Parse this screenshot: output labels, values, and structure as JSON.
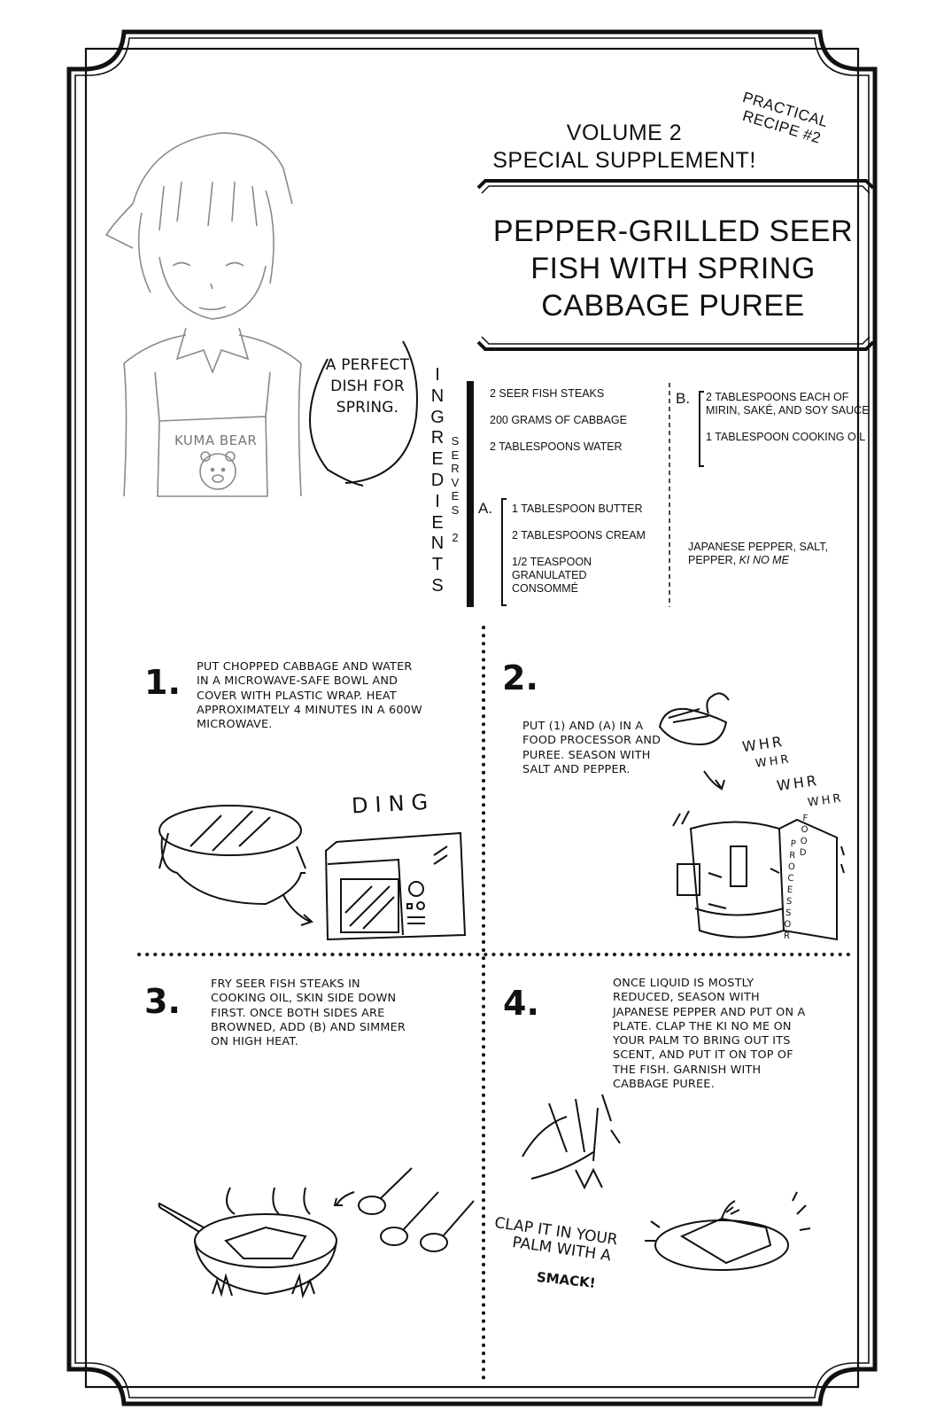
{
  "header": {
    "supplement_line1": "Volume 2",
    "supplement_line2": "Special Supplement!",
    "corner_tag_line1": "Practical",
    "corner_tag_line2": "Recipe #2"
  },
  "recipe": {
    "title_line1": "Pepper-Grilled Seer",
    "title_line2": "Fish with Spring",
    "title_line3": "Cabbage Puree"
  },
  "character": {
    "speech_bubble": "A perfect dish for spring.",
    "apron_text": "Kuma Bear"
  },
  "ingredients": {
    "heading": "INGREDIENTS",
    "serves": "SERVES 2",
    "main": [
      "2 seer fish steaks",
      "200 grams of cabbage",
      "2 tablespoons water"
    ],
    "group_a": {
      "label": "A.",
      "items": [
        "1 tablespoon butter",
        "2 tablespoons cream",
        "1/2 teaspoon granulated consommé"
      ]
    },
    "group_b": {
      "label": "B.",
      "items": [
        "2 tablespoons each of mirin, saké, and soy sauce",
        "1 tablespoon cooking oil"
      ]
    },
    "seasoning_prefix": "Japanese pepper, salt, pepper, ",
    "seasoning_italic": "ki no me"
  },
  "steps": [
    {
      "number": "1.",
      "text": "Put chopped cabbage and water in a microwave-safe bowl and cover with plastic wrap. Heat approximately 4 minutes in a 600W microwave.",
      "sfx": "DING"
    },
    {
      "number": "2.",
      "text": "Put (1) and (A) in a food processor and puree. Season with salt and pepper.",
      "sfx": [
        "WHR",
        "WHR",
        "WHR",
        "WHR"
      ],
      "appliance_labels": [
        "FOOD",
        "PROCESSOR"
      ]
    },
    {
      "number": "3.",
      "text": "Fry seer fish steaks in cooking oil, skin side down first. Once both sides are browned, add (B) and simmer on high heat."
    },
    {
      "number": "4.",
      "text": "Once liquid is mostly reduced, season with Japanese pepper and put on a plate. Clap the ki no me on your palm to bring out its scent, and put it on top of the fish. Garnish with cabbage puree.",
      "sfx_line1": "Clap it in your",
      "sfx_line2": "palm with a",
      "sfx_line3": "smack!"
    }
  ],
  "colors": {
    "ink": "#111111",
    "sketch_gray": "#8a8a8a",
    "paper": "#ffffff"
  }
}
